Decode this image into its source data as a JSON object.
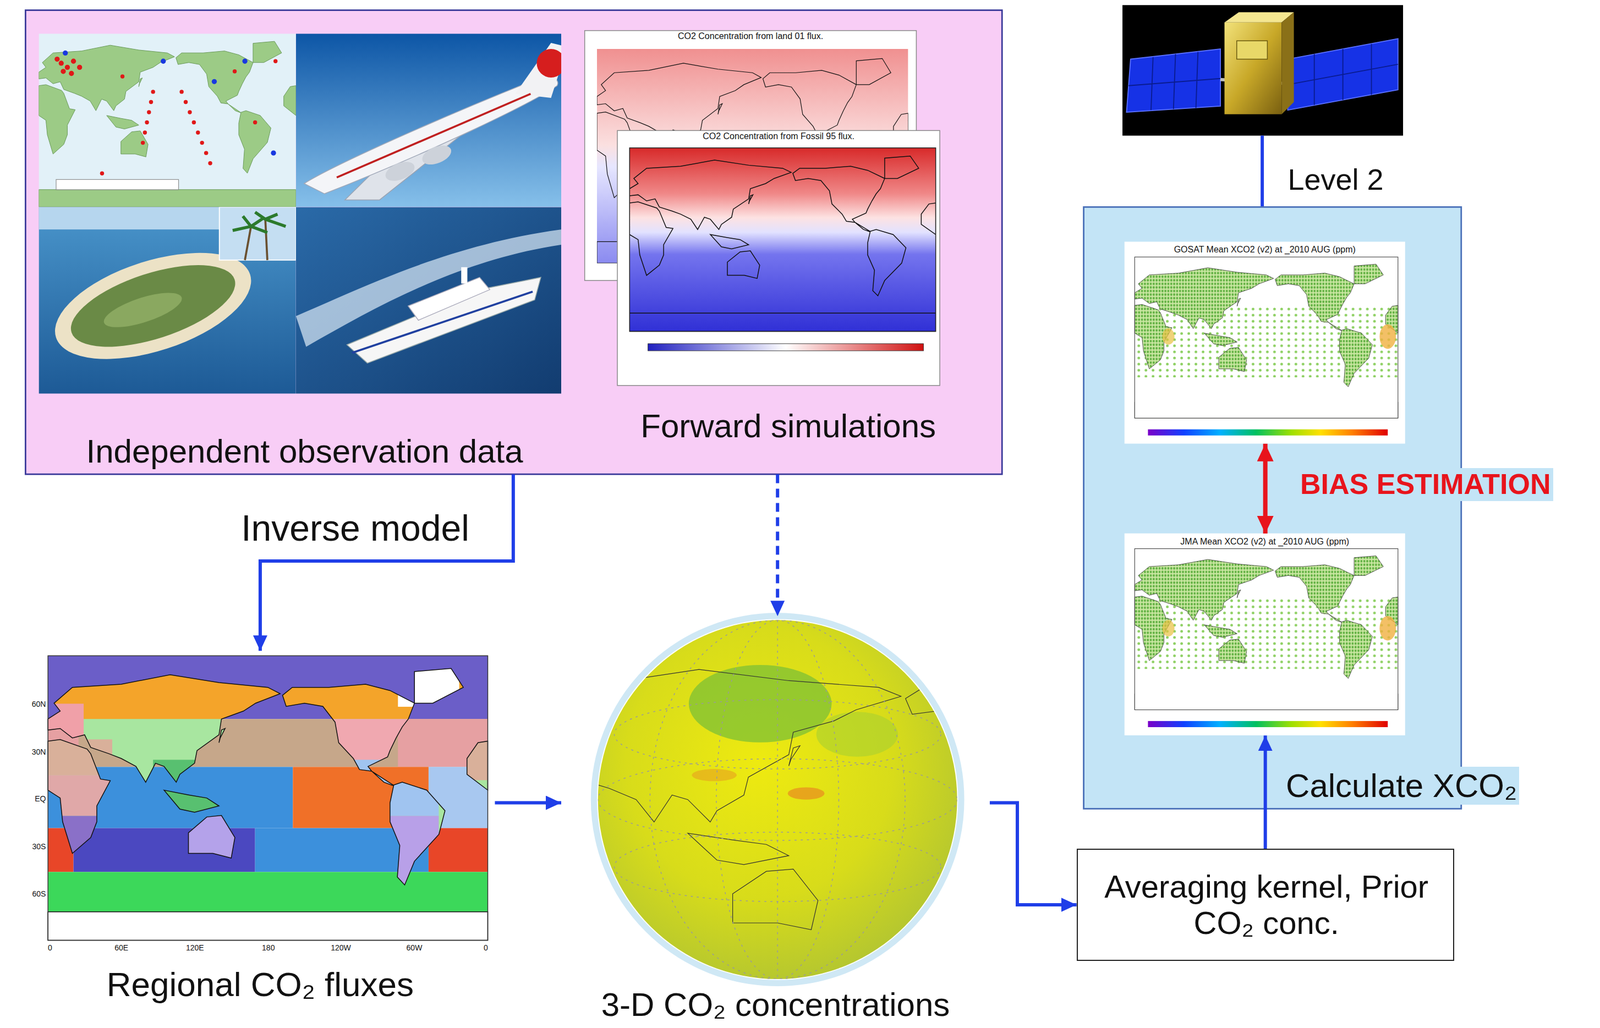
{
  "diagram": {
    "nodes": [
      {
        "text": [
          "Independent observation data"
        ]
      },
      {
        "text": [
          "CO2 Concentration from land 01 flux.",
          "CO2 Concentration from Fossil 95 flux.",
          "Forward simulations"
        ]
      },
      {
        "text": [
          "Regional CO₂ fluxes"
        ]
      },
      {
        "text": [
          "3-D CO₂ concentrations"
        ]
      },
      {
        "text": [
          "Averaging kernel, Prior CO₂ conc."
        ]
      },
      {
        "text": [
          "GOSAT Mean XCO2 (v2) at _2010 AUG (ppm)"
        ]
      },
      {
        "text": [
          "JMA Mean XCO2 (v2) at _2010 AUG (ppm)"
        ]
      }
    ],
    "edges": [
      {
        "from": 0,
        "to": 2,
        "arrow": "to",
        "label": "Inverse model"
      },
      {
        "from": 1,
        "to": 3,
        "arrow": "to"
      },
      {
        "from": 2,
        "to": 3,
        "arrow": "to"
      },
      {
        "from": 3,
        "to": 4,
        "arrow": "to"
      },
      {
        "from": 4,
        "to": 6,
        "arrow": "to",
        "label": "Calculate XCO₂"
      },
      {
        "from": 5,
        "to": 6,
        "arrow": "both",
        "label": "BIAS ESTIMATION"
      }
    ],
    "labels": [
      "Level 2",
      "60N",
      "30N",
      "EQ",
      "30S",
      "60S",
      "0",
      "60E",
      "120E",
      "180",
      "120W",
      "60W",
      "0"
    ]
  }
}
